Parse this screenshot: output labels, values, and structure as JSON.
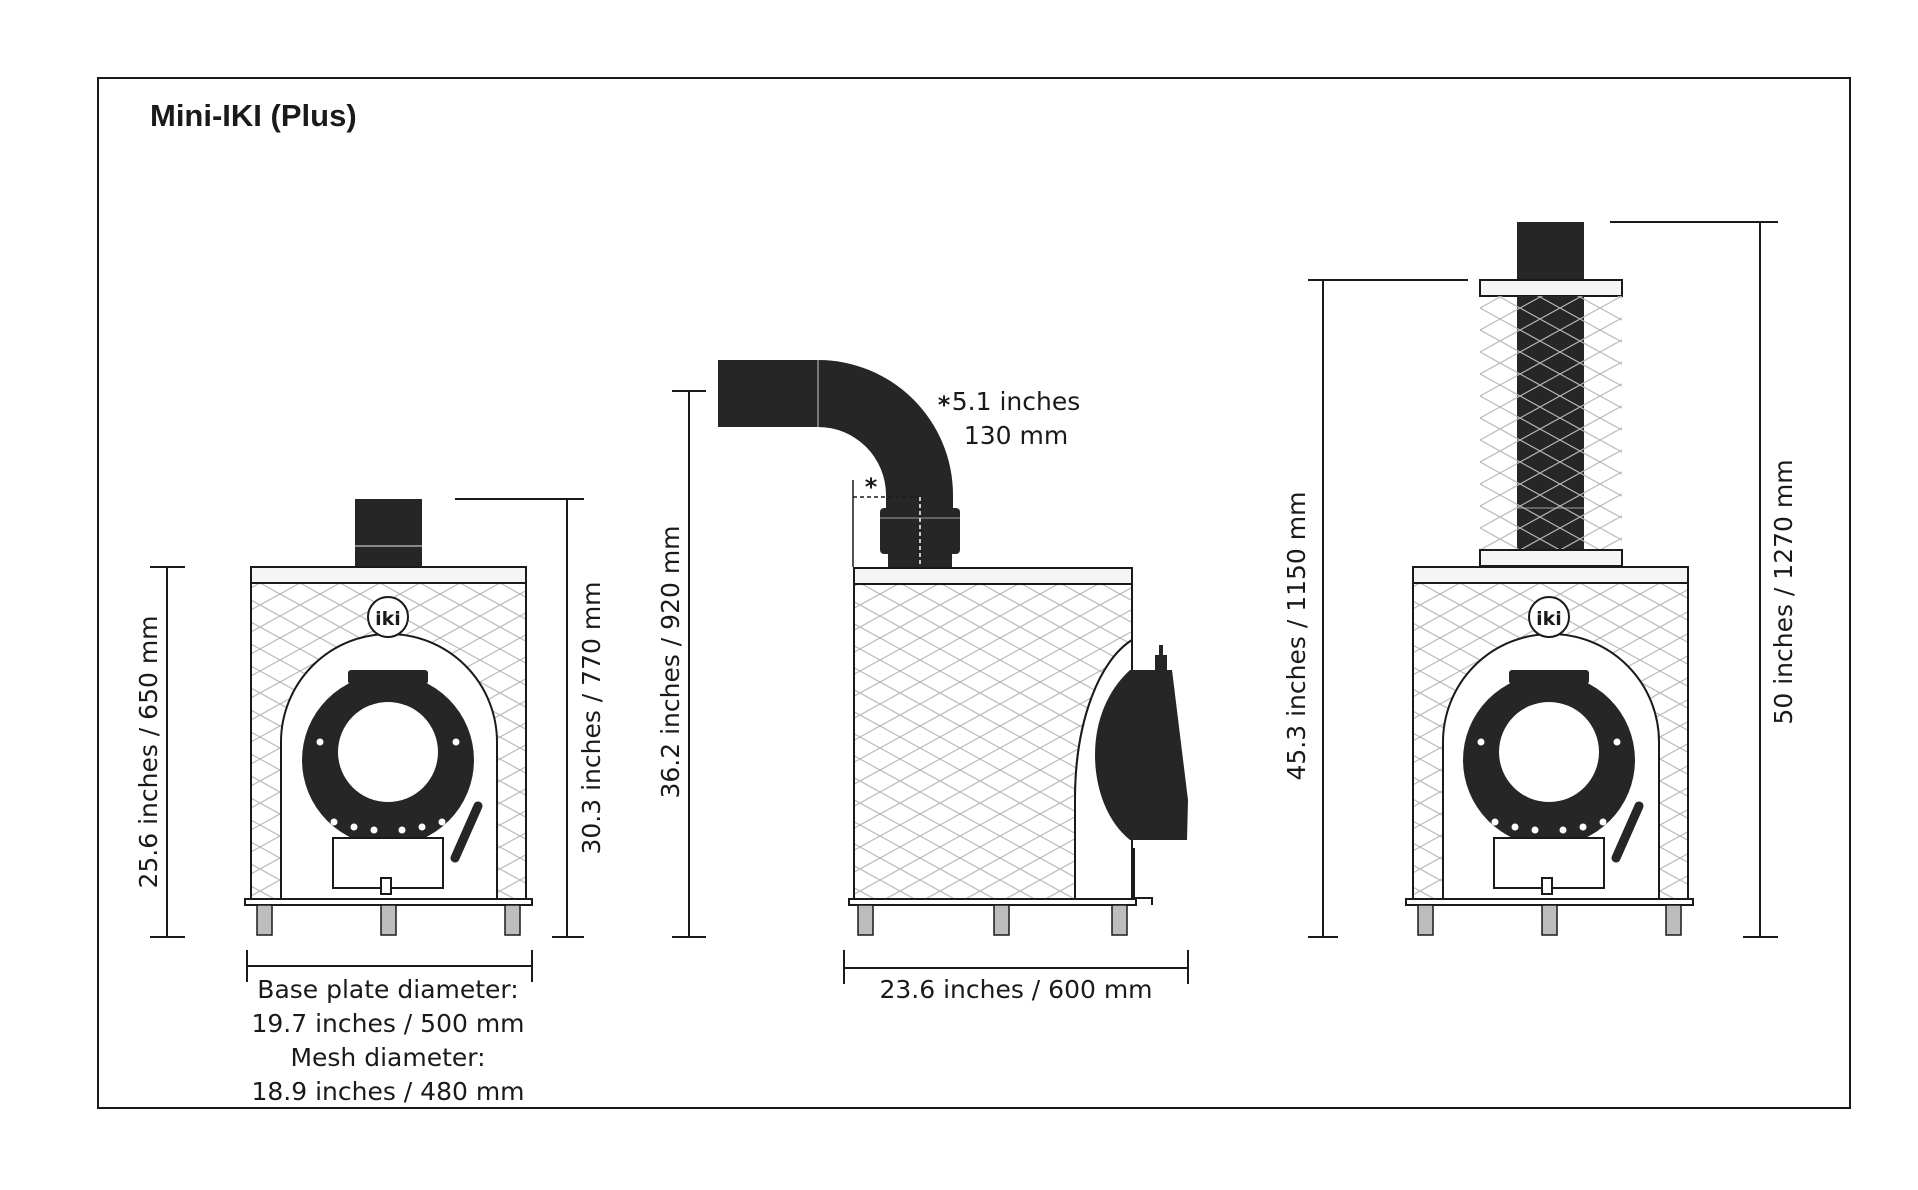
{
  "title": "Mini-IKI (Plus)",
  "colors": {
    "line": "#1a1a1a",
    "stove_dark": "#262626",
    "mesh": "#b8b8b8",
    "body_fill": "#f5f5f5"
  },
  "front_view": {
    "height_label": "25.6 inches / 650 mm",
    "total_height_label": "30.3 inches / 770 mm",
    "base_label_1": "Base plate diameter:",
    "base_label_2": "19.7 inches / 500 mm",
    "mesh_label_1": "Mesh diameter:",
    "mesh_label_2": "18.9 inches / 480 mm",
    "logo_text": "iki"
  },
  "side_view": {
    "height_label": "36.2 inches / 920 mm",
    "pipe_label_1": "5.1 inches",
    "pipe_label_2": "130 mm",
    "asterisk": "*",
    "width_label": "23.6 inches / 600 mm"
  },
  "plus_view": {
    "height_label": "45.3 inches / 1150  mm",
    "total_height_label": "50 inches / 1270  mm",
    "logo_text": "iki"
  }
}
